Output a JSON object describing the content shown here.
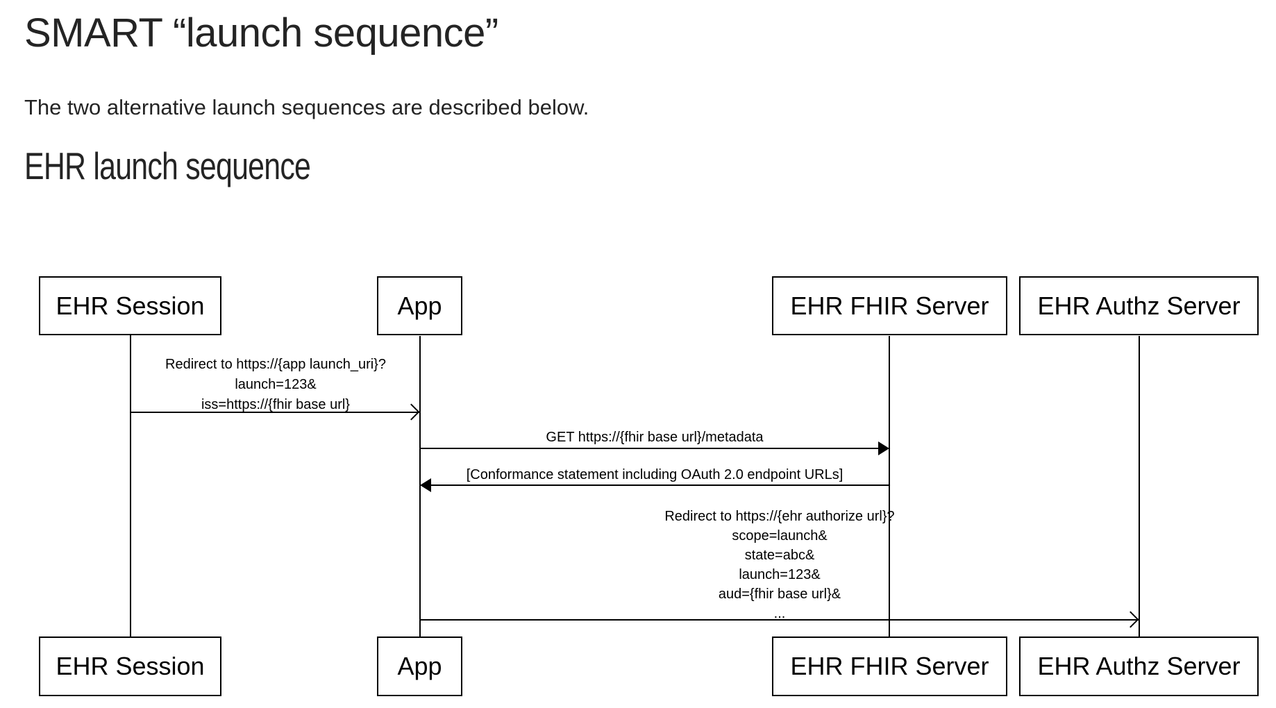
{
  "page": {
    "title": "SMART “launch sequence”",
    "intro": "The two alternative launch sequences are described below.",
    "section_heading": "EHR launch sequence"
  },
  "diagram": {
    "type": "sequence",
    "actors": [
      {
        "id": "ehr-session",
        "label": "EHR Session"
      },
      {
        "id": "app",
        "label": "App"
      },
      {
        "id": "ehr-fhir-server",
        "label": "EHR FHIR Server"
      },
      {
        "id": "ehr-authz-server",
        "label": "EHR Authz Server"
      }
    ],
    "messages": [
      {
        "from": "EHR Session",
        "to": "App",
        "arrowhead": "open",
        "lines": [
          "Redirect to https://{app launch_uri}?",
          "launch=123&",
          "iss=https://{fhir base url}"
        ]
      },
      {
        "from": "App",
        "to": "EHR FHIR Server",
        "arrowhead": "filled",
        "lines": [
          "GET https://{fhir base url}/metadata"
        ]
      },
      {
        "from": "EHR FHIR Server",
        "to": "App",
        "arrowhead": "filled",
        "lines": [
          "[Conformance statement including OAuth 2.0 endpoint URLs]"
        ]
      },
      {
        "from": "App",
        "to": "EHR Authz Server",
        "arrowhead": "open",
        "lines": [
          "Redirect to https://{ehr authorize url}?",
          "scope=launch&",
          "state=abc&",
          "launch=123&",
          "aud={fhir base url}&",
          "..."
        ]
      }
    ]
  },
  "colors": {
    "background": "#ffffff",
    "text": "#242424",
    "diagram_line": "#000000"
  }
}
